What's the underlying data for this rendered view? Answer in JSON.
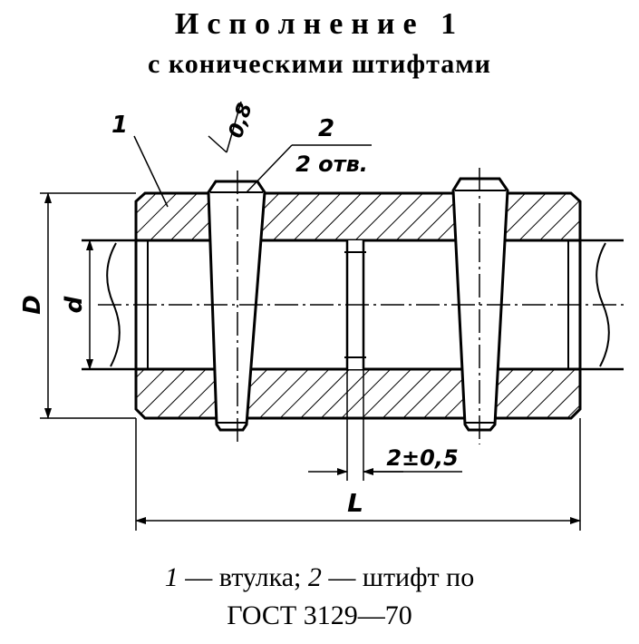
{
  "title": {
    "line1": "Исполнение 1",
    "line2": "с коническими штифтами"
  },
  "drawing": {
    "callout_1": "1",
    "callout_2": "2",
    "callout_2_note": "2 отв.",
    "angle_note": "0,8",
    "dim_D": "D",
    "dim_d": "d",
    "dim_L": "L",
    "dim_gap": "2±0,5"
  },
  "caption": {
    "num1": "1",
    "part1": " — втулка; ",
    "num2": "2",
    "part2": " — штифт по",
    "line2": "ГОСТ 3129—70"
  }
}
